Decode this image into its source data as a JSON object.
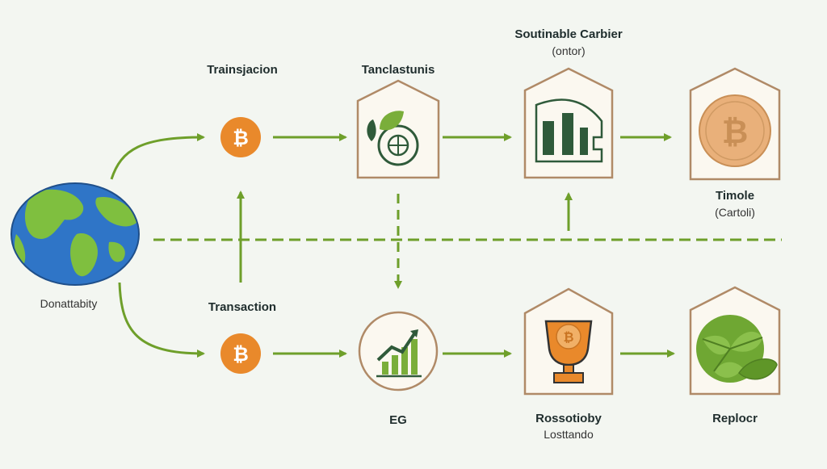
{
  "labels": {
    "globe_label": "Donattabity",
    "top_transaction": "Trainsjacion",
    "top_middle": "Tanclastunis",
    "top_right_title": "Soutinable Carbier",
    "top_right_sub": "(ontor)",
    "far_right_title": "Timole",
    "far_right_sub": "(Cartoli)",
    "bottom_transaction": "Transaction",
    "bottom_middle": "EG",
    "bottom_right_title": "Rossotioby",
    "bottom_right_sub": "Losttando",
    "far_bottom_right": "Replocr"
  },
  "colors": {
    "arrow": "#6e9f2a",
    "coin": "#e9892b",
    "dark_green": "#2f5a3a",
    "light_green": "#7aae3a",
    "frame": "#b08a67",
    "frame_fill": "#fbf8f0",
    "globe_ocean": "#2f75c7",
    "globe_land": "#7fbf3f"
  },
  "icons": {
    "coin": "bitcoin-icon",
    "leaf_globe": "leaf-globe-icon",
    "chart": "growth-chart-icon",
    "trophy": "trophy-icon",
    "house_chart": "factory-chart-icon",
    "bronze_coin": "bitcoin-bronze-icon",
    "leaves": "leaves-icon"
  }
}
